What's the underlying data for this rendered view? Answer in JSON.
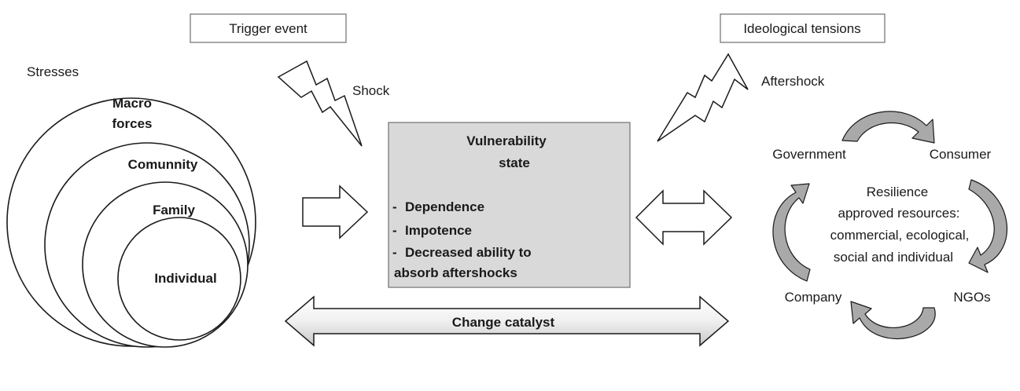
{
  "header_boxes": {
    "trigger": "Trigger event",
    "ideological": "Ideological tensions"
  },
  "labels": {
    "stresses": "Stresses",
    "shock": "Shock",
    "aftershock": "Aftershock"
  },
  "circles": {
    "macro_line1": "Macro",
    "macro_line2": "forces",
    "community": "Comunnity",
    "family": "Family",
    "individual": "Individual"
  },
  "vulnerability": {
    "title_line1": "Vulnerability",
    "title_line2": "state",
    "bullets": [
      "Dependence",
      "Impotence",
      "Decreased ability to"
    ],
    "bullet_continuation": "absorb aftershocks",
    "dash": "-"
  },
  "change_catalyst": "Change catalyst",
  "resilience": {
    "government": "Government",
    "consumer": "Consumer",
    "company": "Company",
    "ngos": "NGOs",
    "center_lines": [
      "Resilience",
      "approved resources:",
      "commercial, ecological,",
      "social and individual"
    ]
  },
  "colors": {
    "box_fill": "#d9d9d9",
    "cycle_arrow_fill": "#a9a9a9",
    "catalyst_fill": "#f2f2f2"
  }
}
